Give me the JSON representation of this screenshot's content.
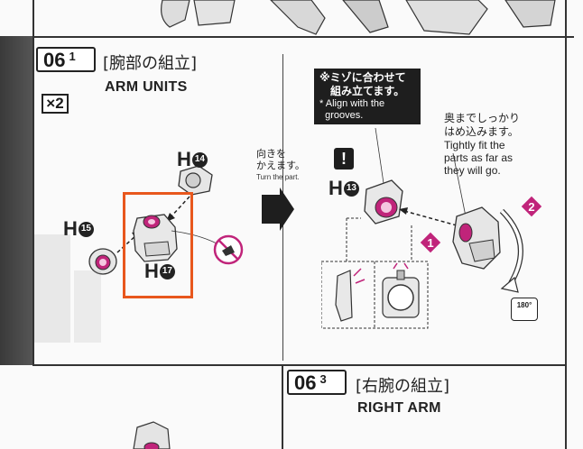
{
  "step_06_1": {
    "number": "06",
    "sub": "1",
    "title_jp": "[腕部の組立]",
    "title_en": "ARM UNITS",
    "multiplier": "×2",
    "parts": {
      "h14": {
        "letter": "H",
        "num": "14"
      },
      "h15": {
        "letter": "H",
        "num": "15"
      },
      "h17": {
        "letter": "H",
        "num": "17"
      }
    },
    "turn_note": {
      "jp": "向きを\nかえます。",
      "en": "Turn the part."
    }
  },
  "step_06_2_detail": {
    "warning_icon": "!",
    "part_h13": {
      "letter": "H",
      "num": "13"
    },
    "groove_note": {
      "jp": "※ミゾに合わせて\n　組み立てます。",
      "en": "* Align with the\n  grooves."
    },
    "tight_note": {
      "jp": "奥までしっかり\nはめ込みます。",
      "en": "Tightly fit the\nparts as far as\nthey will go."
    },
    "step1_marker": "1",
    "step2_marker": "2",
    "rotation_badge": "180°"
  },
  "step_06_3": {
    "number": "06",
    "sub": "3",
    "title_jp": "[右腕の組立]",
    "title_en": "RIGHT ARM"
  },
  "colors": {
    "accent_magenta": "#c0247a",
    "highlight_orange": "#e8571d",
    "ink": "#222222"
  }
}
